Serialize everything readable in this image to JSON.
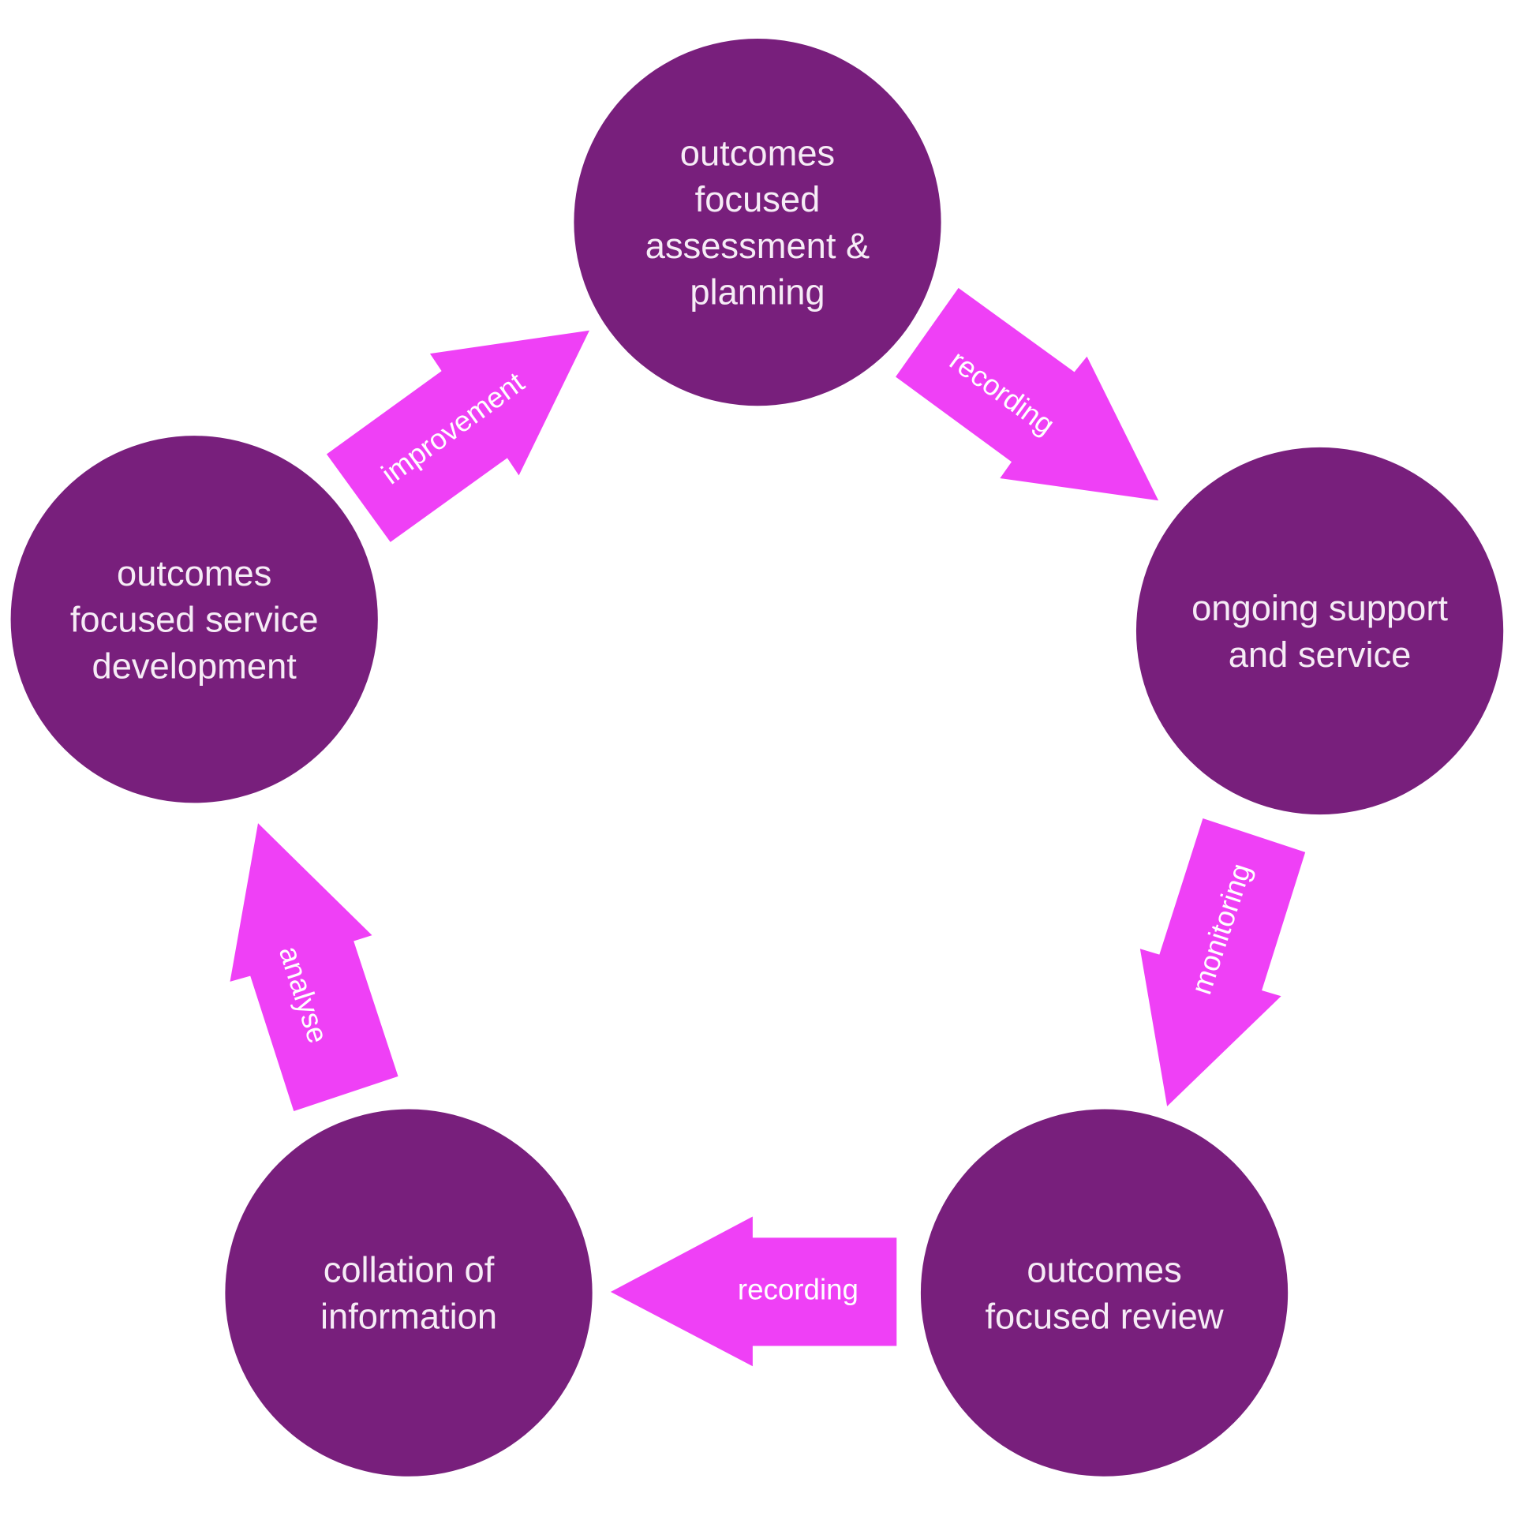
{
  "colors": {
    "node": "#781f7c",
    "arrow": "#ef40f6",
    "text": "#f6ecf6"
  },
  "nodes": [
    {
      "lines": [
        "outcomes",
        "focused",
        "assessment &",
        "planning"
      ]
    },
    {
      "lines": [
        "ongoing support",
        "and service"
      ]
    },
    {
      "lines": [
        "outcomes",
        "focused review"
      ]
    },
    {
      "lines": [
        "collation of",
        "information"
      ]
    },
    {
      "lines": [
        "outcomes",
        "focused service",
        "development"
      ]
    }
  ],
  "arrows": [
    {
      "label": "recording",
      "from": "outcomes focused assessment & planning",
      "to": "ongoing support and service"
    },
    {
      "label": "monitoring",
      "from": "ongoing support and service",
      "to": "outcomes focused review"
    },
    {
      "label": "recording",
      "from": "outcomes focused review",
      "to": "collation of information"
    },
    {
      "label": "analyse",
      "from": "collation of information",
      "to": "outcomes focused service development"
    },
    {
      "label": "improvement",
      "from": "outcomes focused service development",
      "to": "outcomes focused assessment & planning"
    }
  ]
}
